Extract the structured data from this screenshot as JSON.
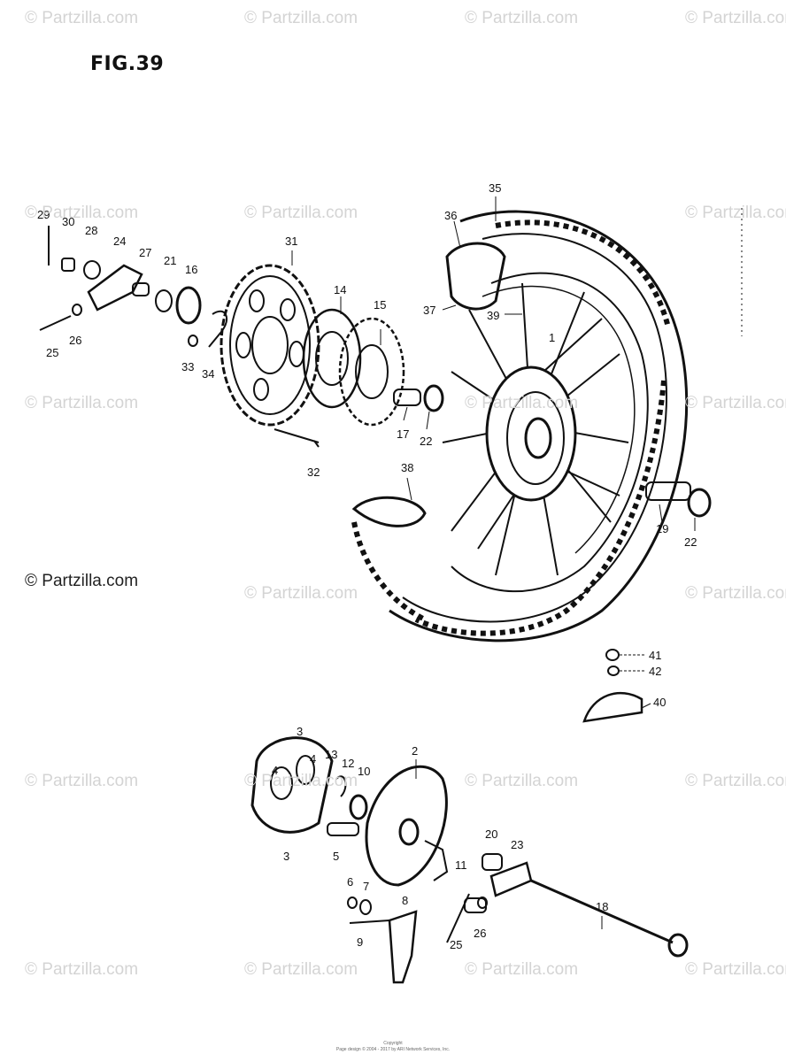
{
  "figure_title": "FIG.39",
  "watermark_text": "© Partzilla.com",
  "main_watermark": "© Partzilla.com",
  "footer_line1": "Copyright",
  "footer_line2": "Page design © 2004 - 2017 by ARI Network Services, Inc.",
  "labels": {
    "l1": "1",
    "l2": "2",
    "l3a": "3",
    "l3b": "3",
    "l4a": "4",
    "l4b": "4",
    "l5": "5",
    "l6": "6",
    "l7": "7",
    "l8": "8",
    "l9": "9",
    "l10": "10",
    "l11": "11",
    "l12": "12",
    "l13": "13",
    "l14": "14",
    "l15": "15",
    "l16": "16",
    "l17": "17",
    "l18": "18",
    "l19": "19",
    "l20": "20",
    "l21": "21",
    "l22a": "22",
    "l22b": "22",
    "l23": "23",
    "l24": "24",
    "l25a": "25",
    "l25b": "25",
    "l26a": "26",
    "l26b": "26",
    "l27": "27",
    "l28": "28",
    "l29": "29",
    "l30": "30",
    "l31": "31",
    "l32": "32",
    "l33": "33",
    "l34": "34",
    "l35": "35",
    "l36": "36",
    "l37": "37",
    "l38": "38",
    "l39": "39",
    "l40": "40",
    "l41": "41",
    "l42": "42"
  }
}
